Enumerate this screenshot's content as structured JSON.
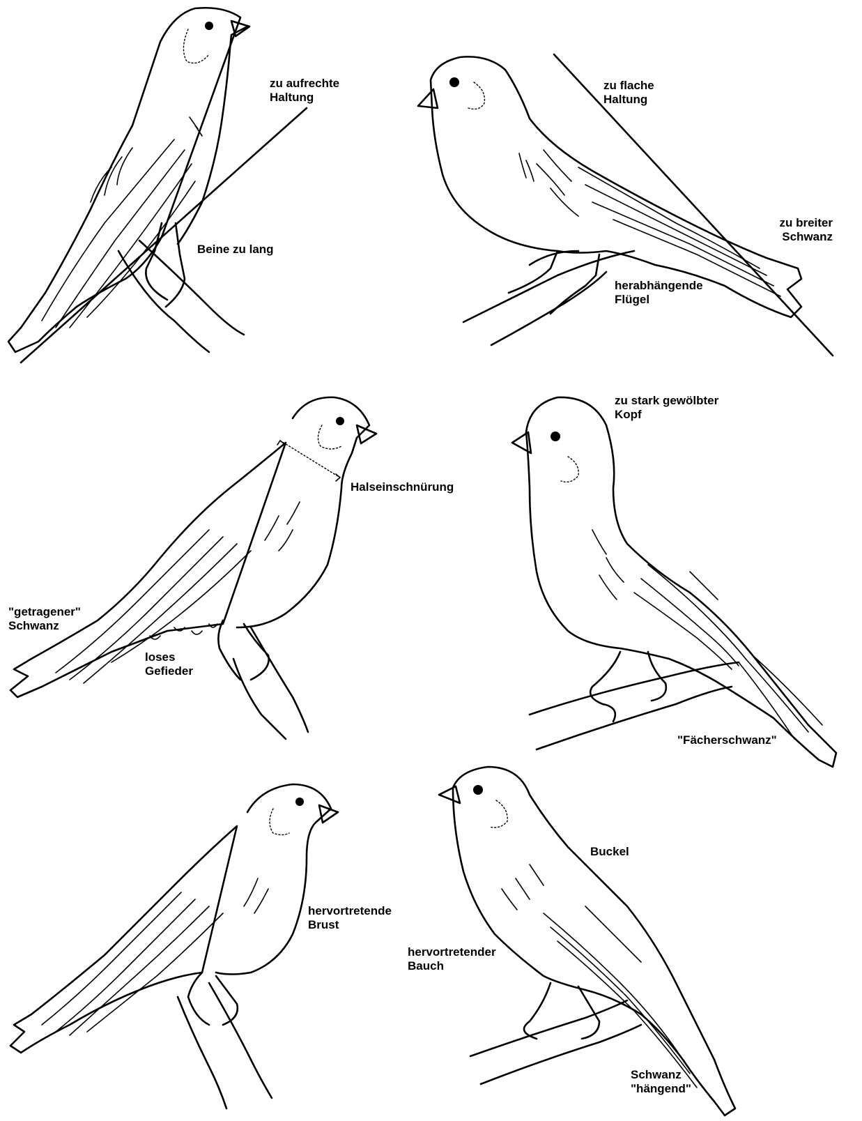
{
  "labels": {
    "upright_posture": [
      "zu aufrechte",
      "Haltung"
    ],
    "legs_too_long": "Beine zu lang",
    "flat_posture": [
      "zu flache",
      "Haltung"
    ],
    "broad_tail": [
      "zu breiter",
      "Schwanz"
    ],
    "hanging_wings": [
      "herabhängende",
      "Flügel"
    ],
    "domed_head": [
      "zu stark gewölbter",
      "Kopf"
    ],
    "neck_constriction": "Halseinschnürung",
    "carried_tail": [
      "\"getragener\"",
      "Schwanz"
    ],
    "loose_plumage": [
      "loses",
      "Gefieder"
    ],
    "fan_tail": "\"Fächerschwanz\"",
    "protruding_breast": [
      "hervortretende",
      "Brust"
    ],
    "hump": "Buckel",
    "protruding_belly": [
      "hervortretender",
      "Bauch"
    ],
    "hanging_tail": [
      "Schwanz",
      "\"hängend\""
    ]
  }
}
